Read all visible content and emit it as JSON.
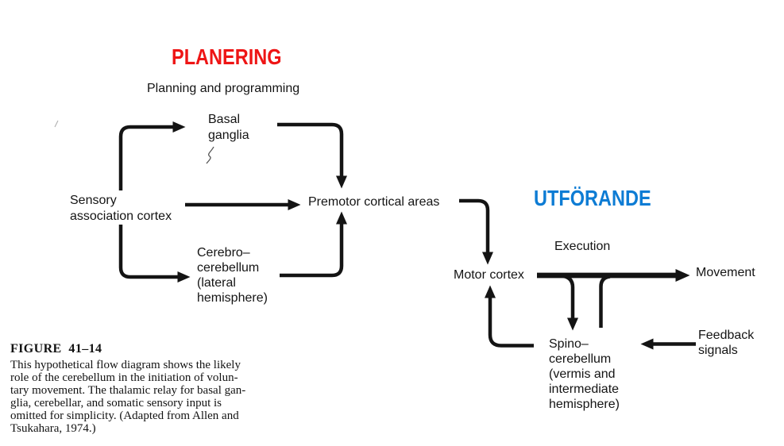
{
  "colors": {
    "planning-red": "#ee1515",
    "execution-blue": "#0d7cd4",
    "ink": "#141414"
  },
  "headings": {
    "planning": "PLANERING",
    "execution": "UTFÖRANDE"
  },
  "diagram": {
    "stage_labels": {
      "planning": "Planning and programming",
      "execution": "Execution"
    },
    "nodes": {
      "sensory": "Sensory\nassociation cortex",
      "basal": "Basal\nganglia",
      "premotor": "Premotor cortical areas",
      "cerebro": "Cerebro–\ncerebellum\n(lateral\nhemisphere)",
      "motor": "Motor cortex",
      "movement": "Movement",
      "spino": "Spino–\ncerebellum\n(vermis and\nintermediate\nhemisphere)",
      "feedback": "Feedback\nsignals"
    },
    "connections": [
      {
        "from": "Sensory association cortex",
        "to": "Basal ganglia"
      },
      {
        "from": "Sensory association cortex",
        "to": "Premotor cortical areas"
      },
      {
        "from": "Sensory association cortex",
        "to": "Cerebro-cerebellum"
      },
      {
        "from": "Basal ganglia",
        "to": "Premotor cortical areas"
      },
      {
        "from": "Cerebro-cerebellum",
        "to": "Premotor cortical areas"
      },
      {
        "from": "Premotor cortical areas",
        "to": "Motor cortex"
      },
      {
        "from": "Motor cortex",
        "to": "Movement"
      },
      {
        "from": "Motor cortex",
        "to": "Spino-cerebellum"
      },
      {
        "from": "Spino-cerebellum",
        "to": "Motor cortex"
      },
      {
        "from": "Spino-cerebellum",
        "to": "Movement"
      },
      {
        "from": "Feedback signals",
        "to": "Spino-cerebellum"
      }
    ]
  },
  "caption": {
    "title": "FIGURE  41–14",
    "body": "This hypothetical flow diagram shows the likely\nrole of the cerebellum in the initiation of volun-\ntary movement. The thalamic relay for basal gan-\nglia, cerebellar, and somatic sensory input is\nomitted for simplicity. (Adapted from Allen and\nTsukahara, 1974.)"
  }
}
